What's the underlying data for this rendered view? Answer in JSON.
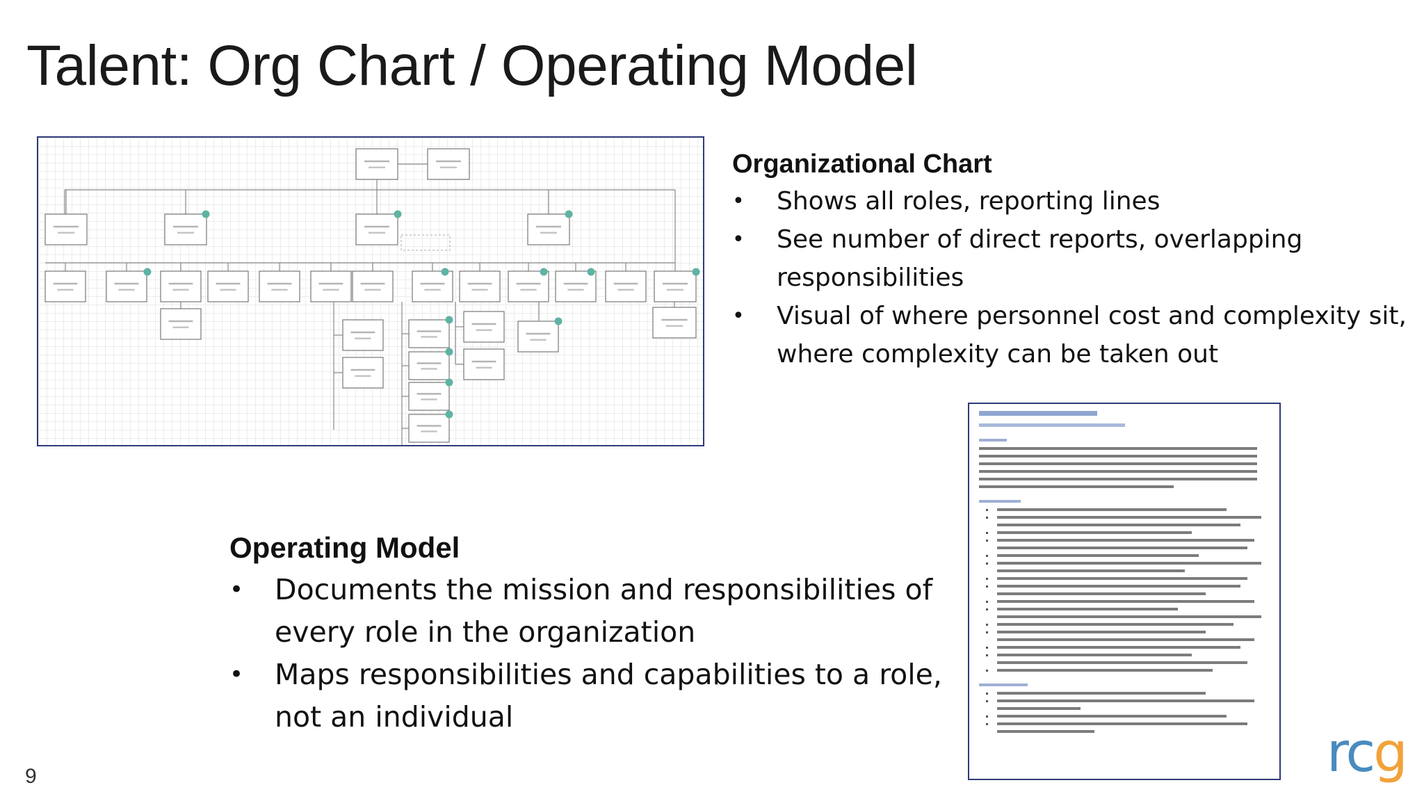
{
  "slide": {
    "title": "Talent: Org Chart / Operating Model",
    "page_number": "9"
  },
  "org_chart_section": {
    "heading": "Organizational Chart",
    "bullets": [
      "Shows all roles, reporting lines",
      "See number of direct reports, overlapping responsibilities",
      "Visual of where personnel cost and complexity sit, where complexity can be taken out"
    ]
  },
  "operating_model_section": {
    "heading": "Operating Model",
    "bullets": [
      "Documents the mission and responsibilities of every role in the organization",
      "Maps responsibilities and capabilities to a role, not an individual"
    ]
  },
  "logo": {
    "r": "r",
    "c": "c",
    "g": "g"
  },
  "colors": {
    "frame_border": "#2f3a78",
    "logo_blue": "#4a8bbf",
    "logo_orange": "#f2a23a",
    "org_node_badge": "#5fb3a3"
  }
}
